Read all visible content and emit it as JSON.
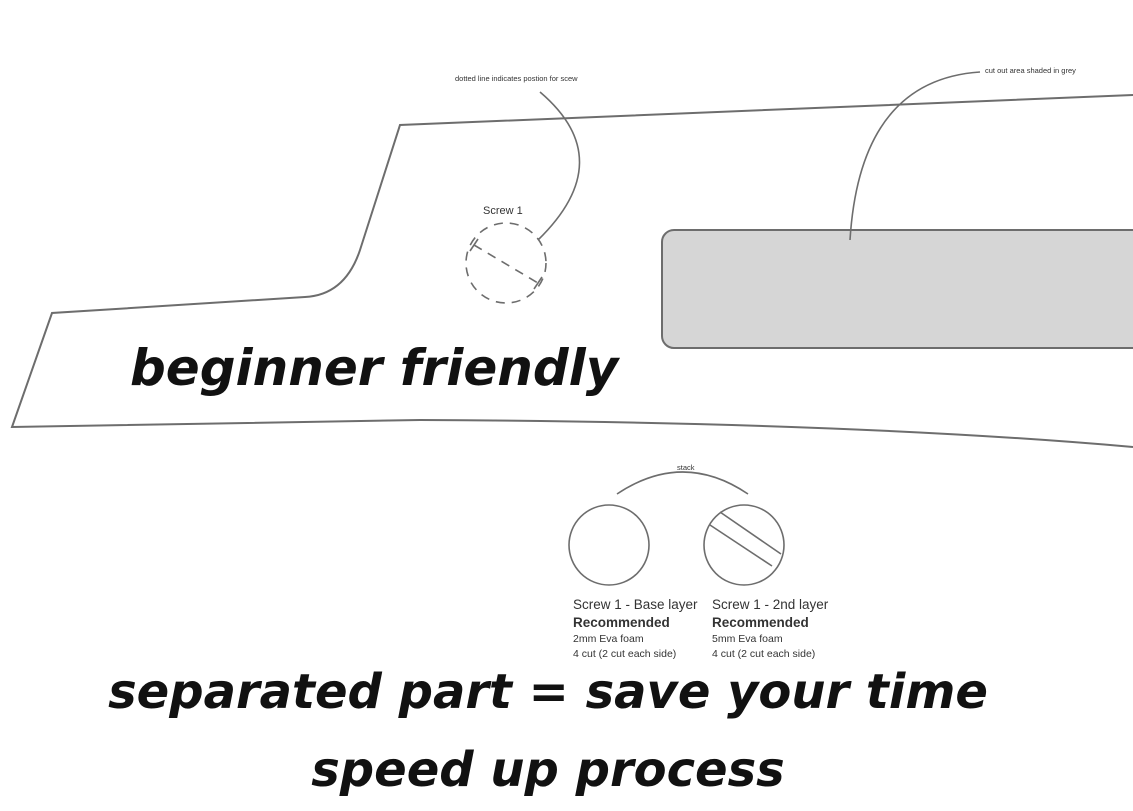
{
  "annotations": {
    "screw_note": "dotted line indicates postion for scew",
    "cutout_note": "cut out area shaded in grey",
    "screw_label": "Screw 1",
    "stack_label": "stack"
  },
  "layers": [
    {
      "title": "Screw 1 - Base layer",
      "recommended": "Recommended",
      "material": "2mm Eva foam",
      "cut": "4 cut (2 cut each side)"
    },
    {
      "title": "Screw 1 - 2nd layer",
      "recommended": "Recommended",
      "material": "5mm Eva foam",
      "cut": "4 cut (2 cut each side)"
    }
  ],
  "headlines": {
    "beginner": "beginner friendly",
    "separated": "separated part = save your time",
    "speed": "speed up process"
  },
  "colors": {
    "outline": "#6d6d6d",
    "cutout_fill": "#d6d6d6",
    "headline_text": "#111111"
  }
}
